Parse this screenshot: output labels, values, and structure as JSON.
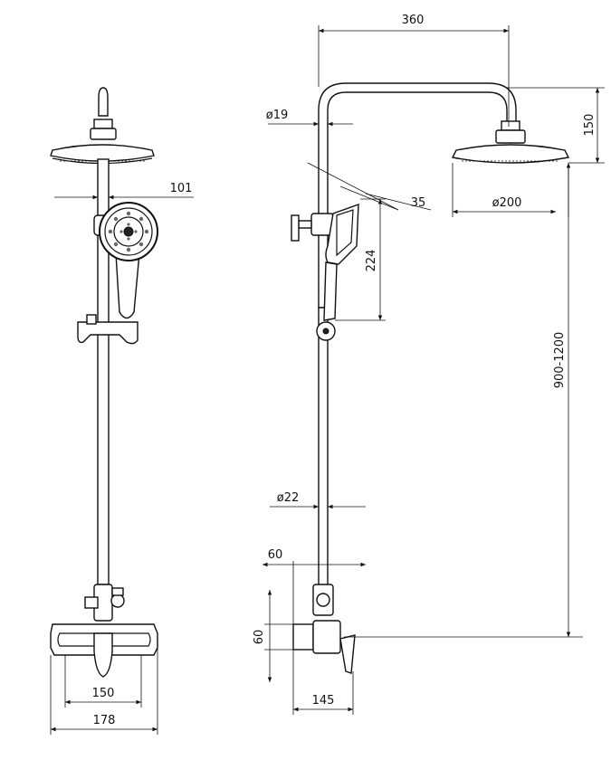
{
  "colors": {
    "line": "#111111",
    "background": "#ffffff",
    "accent": "#222222"
  },
  "dimensions": {
    "arm_length": "360",
    "riser_top_diameter": "ø19",
    "handshower_tilt": "35",
    "overhead_height": "150",
    "head_diameter": "ø200",
    "handshower_length": "224",
    "height_range": "900-1200",
    "riser_diameter": "ø22",
    "mixer_projection": "60",
    "mixer_height": "60",
    "mixer_depth": "145",
    "front_handshower_width": "101",
    "shelf_depth": "150",
    "shelf_width": "178"
  }
}
